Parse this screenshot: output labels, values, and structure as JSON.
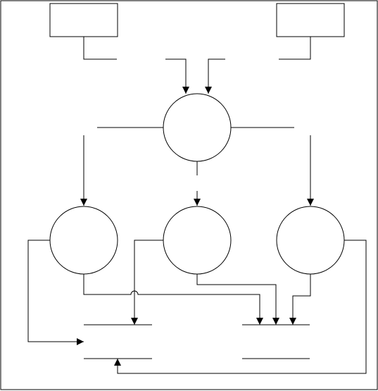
{
  "diagram": {
    "stroke_color": "#000000",
    "background_color": "#ffffff",
    "entities": [
      {
        "id": "entity-left",
        "label": ""
      },
      {
        "id": "entity-right",
        "label": ""
      }
    ],
    "processes": [
      {
        "id": "process-top",
        "label": ""
      },
      {
        "id": "process-left",
        "label": ""
      },
      {
        "id": "process-middle",
        "label": ""
      },
      {
        "id": "process-right",
        "label": ""
      }
    ],
    "data_stores": [
      {
        "id": "store-left",
        "label": ""
      },
      {
        "id": "store-right",
        "label": ""
      }
    ]
  }
}
